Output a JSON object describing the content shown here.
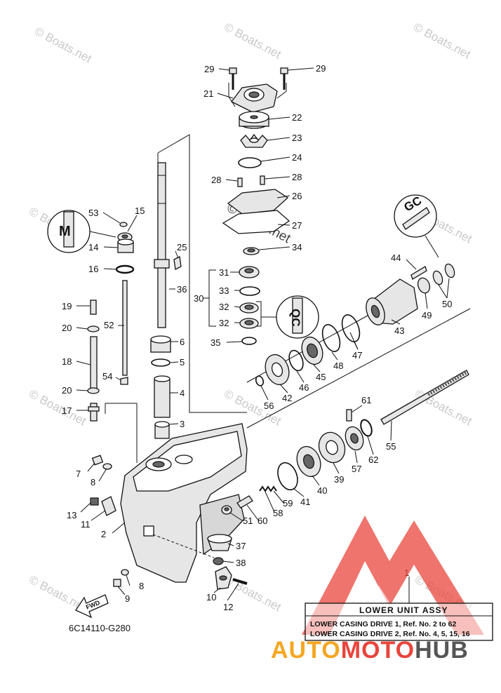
{
  "watermark_text": "© Boats.net",
  "fwd_label": "FWD",
  "diagram_code": "6C14110-G280",
  "callouts": [
    "1",
    "2",
    "3",
    "4",
    "5",
    "6",
    "7",
    "8",
    "9",
    "10",
    "11",
    "12",
    "13",
    "14",
    "15",
    "16",
    "17",
    "18",
    "19",
    "20",
    "21",
    "22",
    "23",
    "24",
    "25",
    "26",
    "27",
    "28",
    "29",
    "30",
    "31",
    "32",
    "33",
    "34",
    "35",
    "36",
    "37",
    "38",
    "39",
    "40",
    "41",
    "42",
    "43",
    "44",
    "45",
    "46",
    "47",
    "48",
    "49",
    "50",
    "51",
    "52",
    "53",
    "54",
    "55",
    "56",
    "57",
    "58",
    "59",
    "60",
    "61",
    "62"
  ],
  "legend_box": {
    "title": "LOWER  UNIT ASSY",
    "line1": "LOWER CASING DRIVE 1, Ref. No. 2 to 62",
    "line2": "LOWER CASING DRIVE 2, Ref. No. 4, 5, 15, 16"
  },
  "logo": {
    "part1": "AUTO",
    "part2": "MOTO",
    "part3": "HUB",
    "colors": {
      "auto": "#f5a623",
      "moto": "#e8453c",
      "hub": "#555555",
      "mark": "#e8453c"
    }
  }
}
